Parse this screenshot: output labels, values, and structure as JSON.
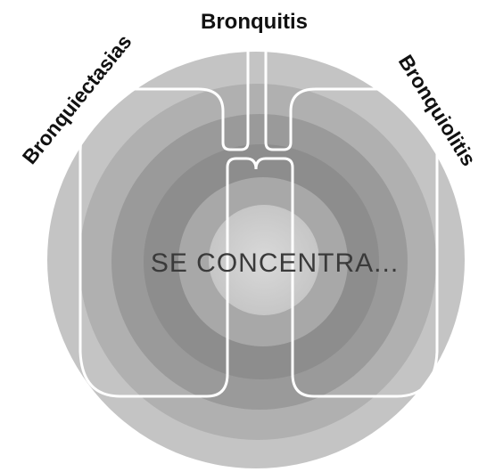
{
  "labels": {
    "top": "Bronquitis",
    "left": "Bronquiectasias",
    "right": "Bronquiolitis"
  },
  "center": {
    "text": "SE CONCENTRA..."
  },
  "colors": {
    "ring_outer": "#c4c4c4",
    "ring_2": "#aaaaaa",
    "ring_3": "#949494",
    "ring_4": "#8a8a8a",
    "ring_5": "#a6a6a6",
    "core": "#cfcfcf",
    "outline": "#ffffff",
    "text": "#111111"
  }
}
